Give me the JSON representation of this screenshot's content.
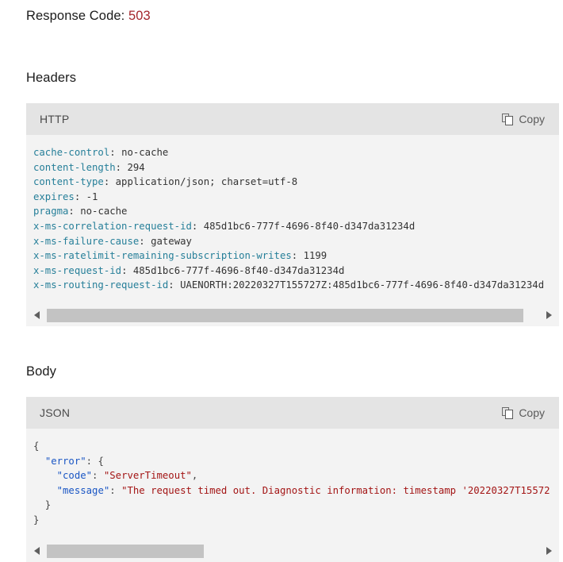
{
  "response": {
    "label": "Response Code: ",
    "code": "503",
    "code_color": "#a4262c"
  },
  "sections": {
    "headers": {
      "heading": "Headers",
      "panel_label": "HTTP",
      "copy_label": "Copy",
      "copy_icon": "copy-icon",
      "lines": [
        {
          "key": "cache-control",
          "value": "no-cache"
        },
        {
          "key": "content-length",
          "value": "294"
        },
        {
          "key": "content-type",
          "value": "application/json; charset=utf-8"
        },
        {
          "key": "expires",
          "value": "-1"
        },
        {
          "key": "pragma",
          "value": "no-cache"
        },
        {
          "key": "x-ms-correlation-request-id",
          "value": "485d1bc6-777f-4696-8f40-d347da31234d"
        },
        {
          "key": "x-ms-failure-cause",
          "value": "gateway"
        },
        {
          "key": "x-ms-ratelimit-remaining-subscription-writes",
          "value": "1199"
        },
        {
          "key": "x-ms-request-id",
          "value": "485d1bc6-777f-4696-8f40-d347da31234d"
        },
        {
          "key": "x-ms-routing-request-id",
          "value": "UAENORTH:20220327T155727Z:485d1bc6-777f-4696-8f40-d347da31234d"
        }
      ],
      "scrollbar": {
        "left_arrow": "arrow-left-icon",
        "right_arrow": "arrow-right-icon",
        "thumb_start_pct": 0,
        "thumb_width_pct": 97
      }
    },
    "body": {
      "heading": "Body",
      "panel_label": "JSON",
      "copy_label": "Copy",
      "copy_icon": "copy-icon",
      "json_lines": [
        [
          {
            "t": "punct",
            "s": "{"
          }
        ],
        [
          {
            "t": "punct",
            "s": "  "
          },
          {
            "t": "key",
            "s": "\"error\""
          },
          {
            "t": "punct",
            "s": ": {"
          }
        ],
        [
          {
            "t": "punct",
            "s": "    "
          },
          {
            "t": "key",
            "s": "\"code\""
          },
          {
            "t": "punct",
            "s": ": "
          },
          {
            "t": "str",
            "s": "\"ServerTimeout\""
          },
          {
            "t": "punct",
            "s": ","
          }
        ],
        [
          {
            "t": "punct",
            "s": "    "
          },
          {
            "t": "key",
            "s": "\"message\""
          },
          {
            "t": "punct",
            "s": ": "
          },
          {
            "t": "str",
            "s": "\"The request timed out. Diagnostic information: timestamp '20220327T15572"
          }
        ],
        [
          {
            "t": "punct",
            "s": "  }"
          }
        ],
        [
          {
            "t": "punct",
            "s": "}"
          }
        ]
      ],
      "scrollbar": {
        "left_arrow": "arrow-left-icon",
        "right_arrow": "arrow-right-icon",
        "thumb_start_pct": 0,
        "thumb_width_pct": 32
      }
    }
  },
  "colors": {
    "panel_bg": "#f3f3f3",
    "panel_bar_bg": "#e4e4e4",
    "header_key": "#267f99",
    "json_key": "#1a56c4",
    "json_string": "#a31515",
    "scroll_thumb": "#c3c3c3"
  }
}
